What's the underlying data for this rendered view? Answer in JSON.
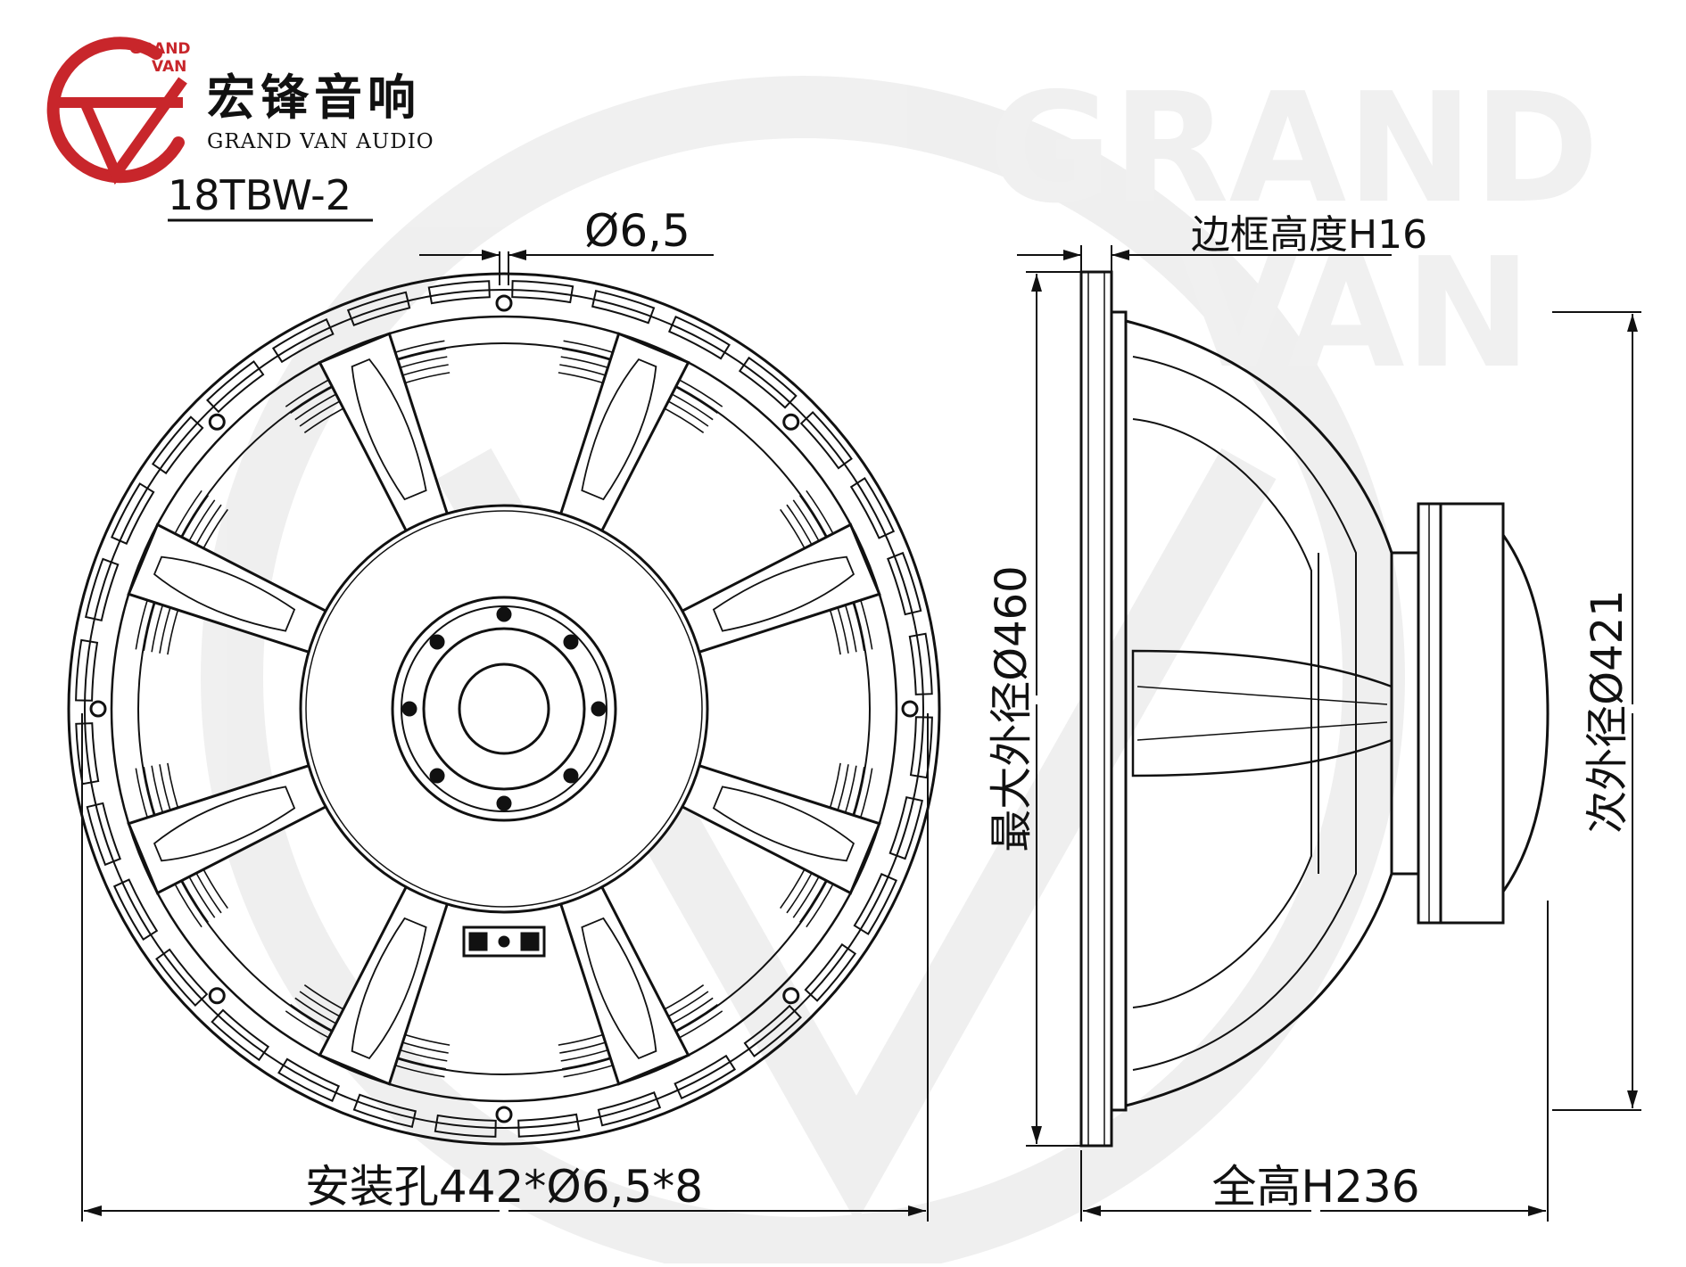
{
  "brand": {
    "logo_top": "GRAND",
    "logo_bottom": "VAN",
    "name_cn": "宏锋音响",
    "name_en": "GRAND VAN AUDIO",
    "color": "#c8262b",
    "watermark_line1": "GRAND",
    "watermark_line2": "VAN"
  },
  "model": "18TBW-2",
  "dimensions": {
    "hole_diameter": "Ø6,5",
    "frame_height": "边框高度H16",
    "max_outer_diameter": "最大外径Ø460",
    "secondary_outer_diameter": "次外径Ø421",
    "mounting_holes": "安装孔442*Ø6,5*8",
    "total_height": "全高H236"
  },
  "views": {
    "front": "front-view",
    "side": "side-view"
  }
}
